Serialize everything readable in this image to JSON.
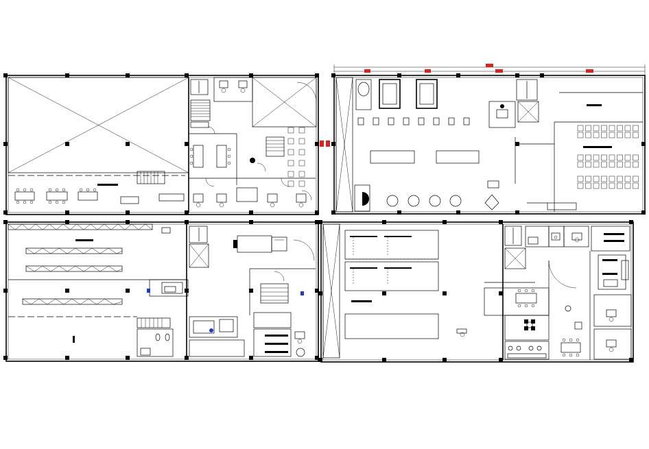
{
  "drawing": {
    "background": "#ffffff",
    "line_color": "#000000",
    "marker_red": "#e0201c",
    "marker_blue": "#1a3bd6"
  },
  "icons": [
    "column-marker",
    "dimension-marker",
    "stair",
    "desk-chair",
    "conference-table",
    "truck",
    "toilet",
    "tank"
  ]
}
